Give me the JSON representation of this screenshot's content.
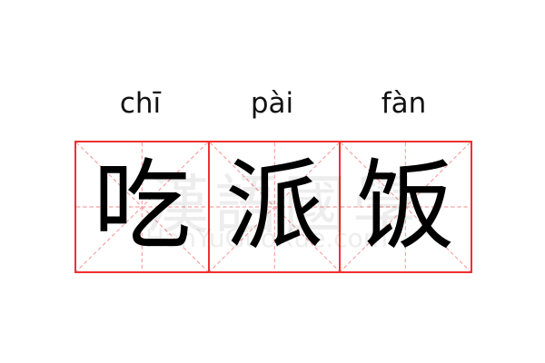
{
  "entries": [
    {
      "pinyin": "chī",
      "char": "吃"
    },
    {
      "pinyin": "pài",
      "char": "派"
    },
    {
      "pinyin": "fàn",
      "char": "饭"
    }
  ],
  "watermark": {
    "cn": "漢語國學",
    "en": "HanYuGuoXue.com"
  },
  "colors": {
    "grid_border": "#f03030",
    "guide_lines": "#f5a0a0"
  }
}
